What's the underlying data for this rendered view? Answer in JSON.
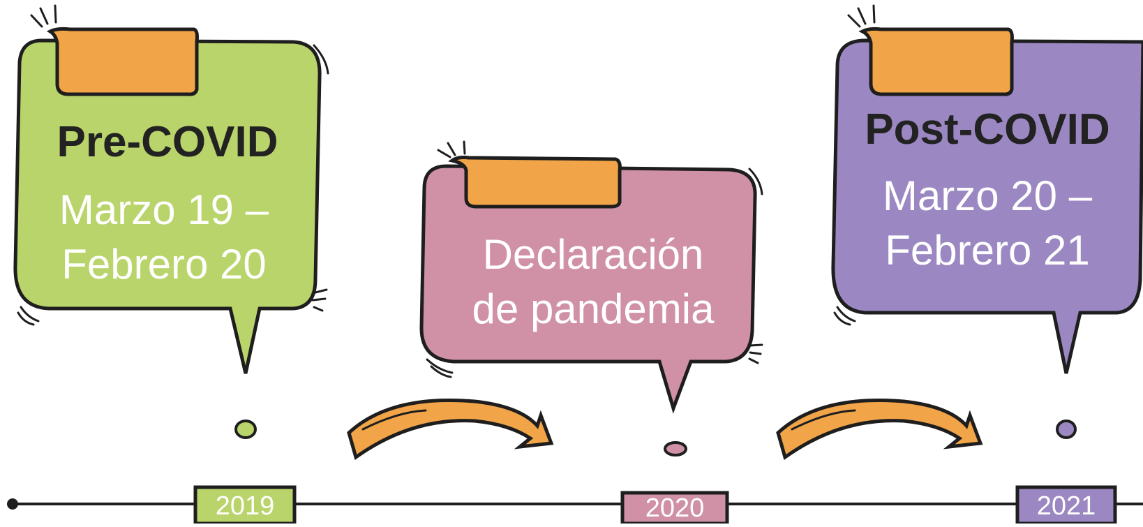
{
  "colors": {
    "green": "#b9d46a",
    "pink": "#d090a6",
    "purple": "#9b87c2",
    "orange": "#f2a548",
    "outline": "#1e1e1e"
  },
  "cards": [
    {
      "title": "Pre-COVID",
      "line1": "Marzo 19 –",
      "line2": "Febrero 20",
      "color": "green"
    },
    {
      "title": "",
      "line1": "Declaración",
      "line2": "de pandemia",
      "color": "pink"
    },
    {
      "title": "Post-COVID",
      "line1": "Marzo 20 –",
      "line2": "Febrero 21",
      "color": "purple"
    }
  ],
  "timeline": {
    "years": [
      "2019",
      "2020",
      "2021"
    ]
  }
}
